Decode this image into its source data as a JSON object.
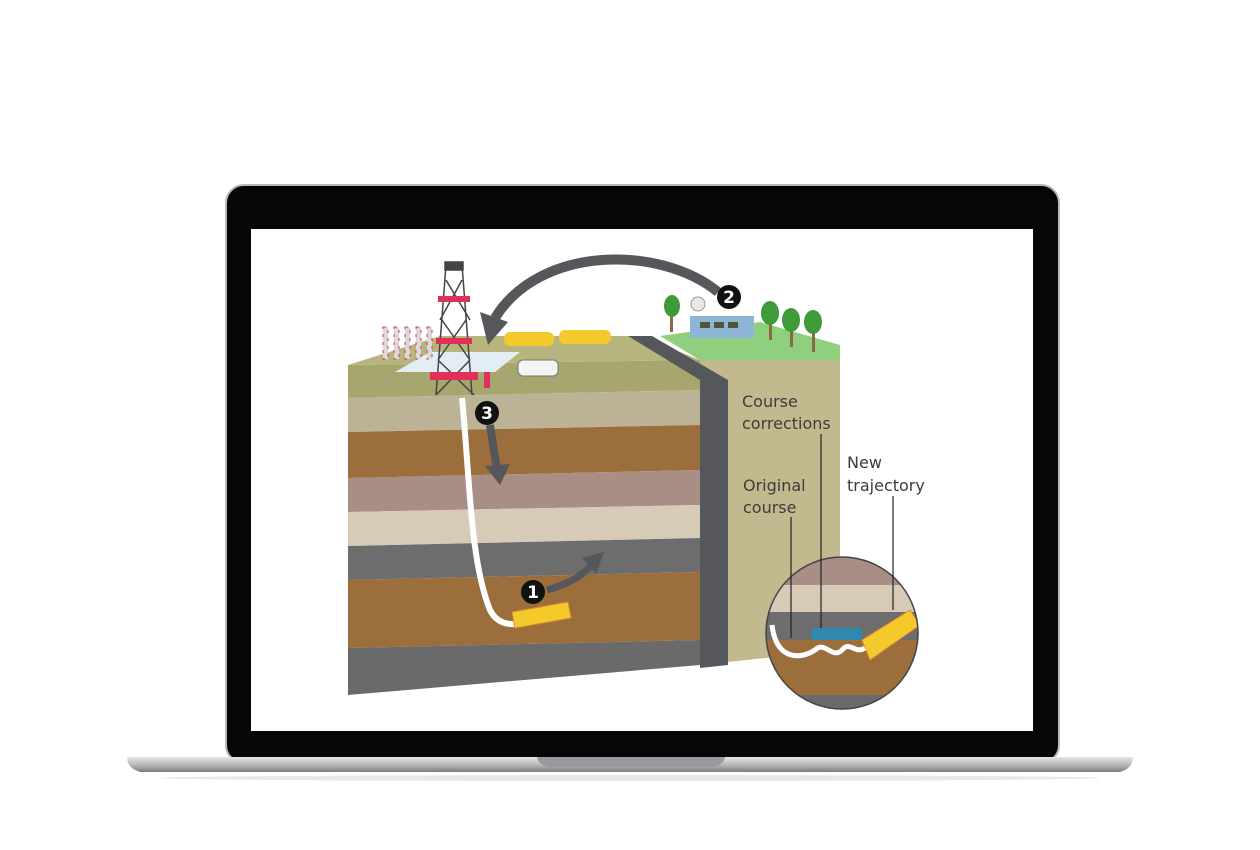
{
  "diagram": {
    "labels": {
      "course_corrections_1": "Course",
      "course_corrections_2": "corrections",
      "new_trajectory_1": "New",
      "new_trajectory_2": "trajectory",
      "original_course_1": "Original",
      "original_course_2": "course"
    },
    "steps": [
      "1",
      "2",
      "3"
    ]
  },
  "colors": {
    "bezel": "#060606",
    "olive": "#a6a66e",
    "khaki": "#c2b98f",
    "brown": "#9b6e3c",
    "mauve": "#a88e84",
    "beige": "#d7cbb8",
    "rock_gray": "#6d6d6d",
    "grass": "#8fcf7e",
    "rig_red": "#e0315a",
    "tank_yellow": "#f4c92c"
  }
}
